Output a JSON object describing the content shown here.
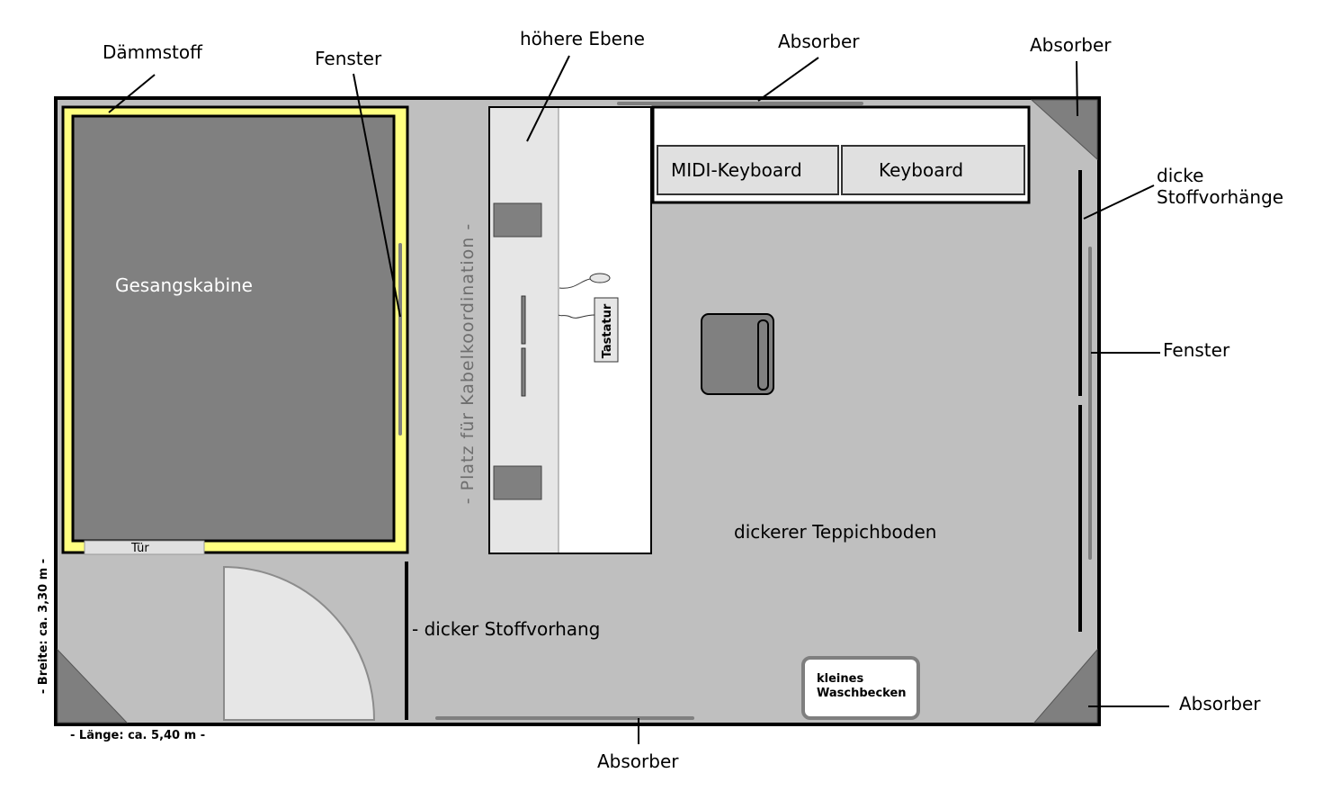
{
  "labels": {
    "daemmstoff": "Dämmstoff",
    "fenster_top": "Fenster",
    "hoehere_ebene": "höhere Ebene",
    "absorber_top": "Absorber",
    "absorber_top_right": "Absorber",
    "dicke_line1": "dicke",
    "dicke_line2": "Stoffvorhänge",
    "fenster_right": "Fenster",
    "absorber_bottom_right": "Absorber",
    "absorber_bottom": "Absorber",
    "gesangskabine": "Gesangskabine",
    "tuer": "Tür",
    "kabel": "- Platz für Kabelkoordination -",
    "tastatur": "Tastatur",
    "midi_keyboard": "MIDI-Keyboard",
    "keyboard": "Keyboard",
    "teppich": "dickerer Teppichboden",
    "stoffvorhang": "- dicker Stoffvorhang",
    "waschbecken_line1": "kleines",
    "waschbecken_line2": "Waschbecken",
    "breite": "- Breite: ca. 3,30 m -",
    "laenge": "- Länge: ca. 5,40 m -"
  },
  "colors": {
    "floor": "#bfbfbf",
    "booth": "#808080",
    "insulation": "#ffff80",
    "absorber": "#7f7f7f",
    "desk": "#e6e6e6",
    "white": "#ffffff"
  }
}
